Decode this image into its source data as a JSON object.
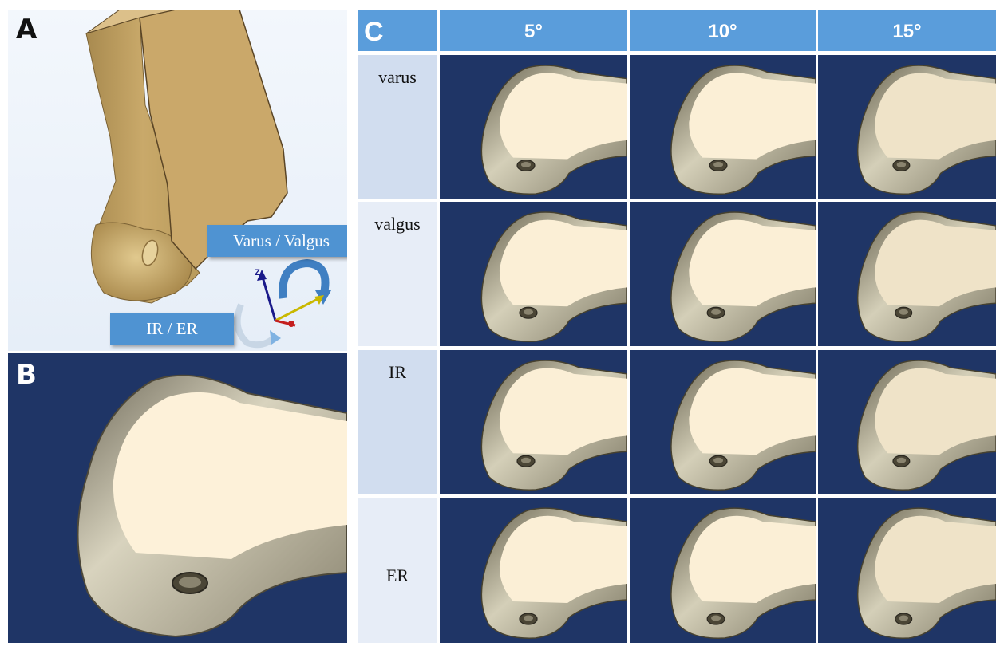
{
  "panel_a": {
    "letter": "A",
    "tags": {
      "varus_valgus": "Varus / Valgus",
      "ir_er": "IR / ER"
    },
    "axis_label": "Z"
  },
  "panel_b": {
    "letter": "B"
  },
  "panel_c": {
    "letter": "C",
    "columns": [
      "5°",
      "10°",
      "15°"
    ],
    "rows": [
      "varus",
      "valgus",
      "IR",
      "ER"
    ]
  },
  "colors": {
    "background_navy": "#1f3566",
    "header_blue": "#5a9ddb",
    "tag_blue": "#4f93d2",
    "bone_tan": "#c9a96a",
    "bone_cream": "#fbefd6",
    "bone_grey": "#b9b39d",
    "row_label_dark": "#d1ddef",
    "row_label_light": "#e7edf7"
  }
}
